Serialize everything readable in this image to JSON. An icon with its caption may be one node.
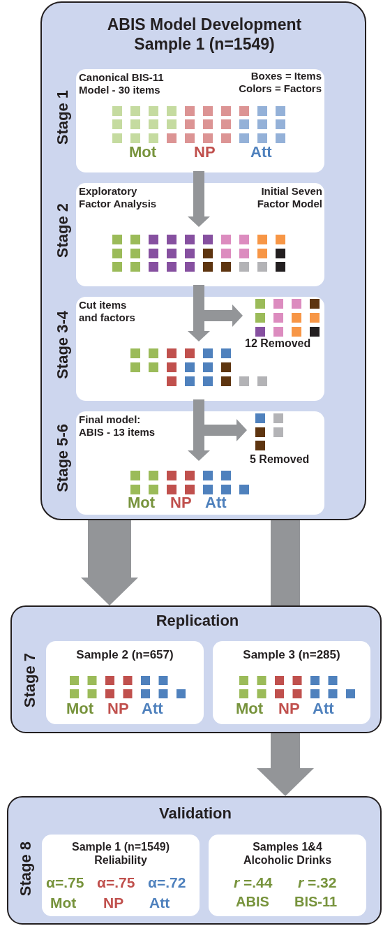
{
  "diagram": {
    "nodes": [
      {
        "text": [
          "ABIS Model Development Sample 1 (n=1549)"
        ]
      },
      {
        "text": [
          "Canonical BIS-11 Model - 30 items",
          "Boxes = Items Colors = Factors",
          "Mot",
          "NP",
          "Att"
        ],
        "in": 0,
        "beside": [
          "Stage 1"
        ]
      },
      {
        "text": [
          "Exploratory Factor Analysis",
          "Initial Seven Factor Model"
        ],
        "in": 0,
        "beside": [
          "Stage 2"
        ]
      },
      {
        "text": [
          "Cut items and factors"
        ],
        "in": 0,
        "beside": [
          "Stage 3-4"
        ]
      },
      {
        "text": [
          "12 Removed"
        ],
        "in": 3
      },
      {
        "text": [
          "Final model: ABIS - 13 items",
          "Mot",
          "NP",
          "Att"
        ],
        "in": 0,
        "beside": [
          "Stage 5-6"
        ]
      },
      {
        "text": [
          "5 Removed"
        ],
        "in": 5
      },
      {
        "text": [
          "Replication"
        ],
        "beside": [
          "Stage 7"
        ]
      },
      {
        "text": [
          "Sample 2 (n=657)",
          "Mot",
          "NP",
          "Att"
        ],
        "in": 7
      },
      {
        "text": [
          "Sample 3 (n=285)",
          "Mot",
          "NP",
          "Att"
        ],
        "in": 7
      },
      {
        "text": [
          "Validation"
        ],
        "beside": [
          "Stage 8"
        ]
      },
      {
        "text": [
          "Sample 1 (n=1549) Reliability",
          "α=.75",
          "α=.75",
          "α=.72",
          "Mot",
          "NP",
          "Att"
        ],
        "in": 10
      },
      {
        "text": [
          "Samples 1&4 Alcoholic Drinks",
          "*r* =.44",
          "*r* =.32",
          "ABIS",
          "BIS-11"
        ],
        "in": 10
      }
    ],
    "edges": [
      {
        "from": 1,
        "to": 2,
        "arrow": "to"
      },
      {
        "from": 2,
        "to": 3,
        "arrow": "to"
      },
      {
        "from": 2,
        "to": 4,
        "arrow": "to"
      },
      {
        "from": 3,
        "to": 5,
        "arrow": "to"
      },
      {
        "from": 3,
        "to": 6,
        "arrow": "to"
      },
      {
        "from": 0,
        "to": 7,
        "arrow": "to",
        "style": "thick"
      },
      {
        "from": 0,
        "to": 7,
        "arrow": "none",
        "style": "thick"
      },
      {
        "from": 7,
        "to": 10,
        "arrow": "to",
        "style": "thick"
      }
    ]
  }
}
